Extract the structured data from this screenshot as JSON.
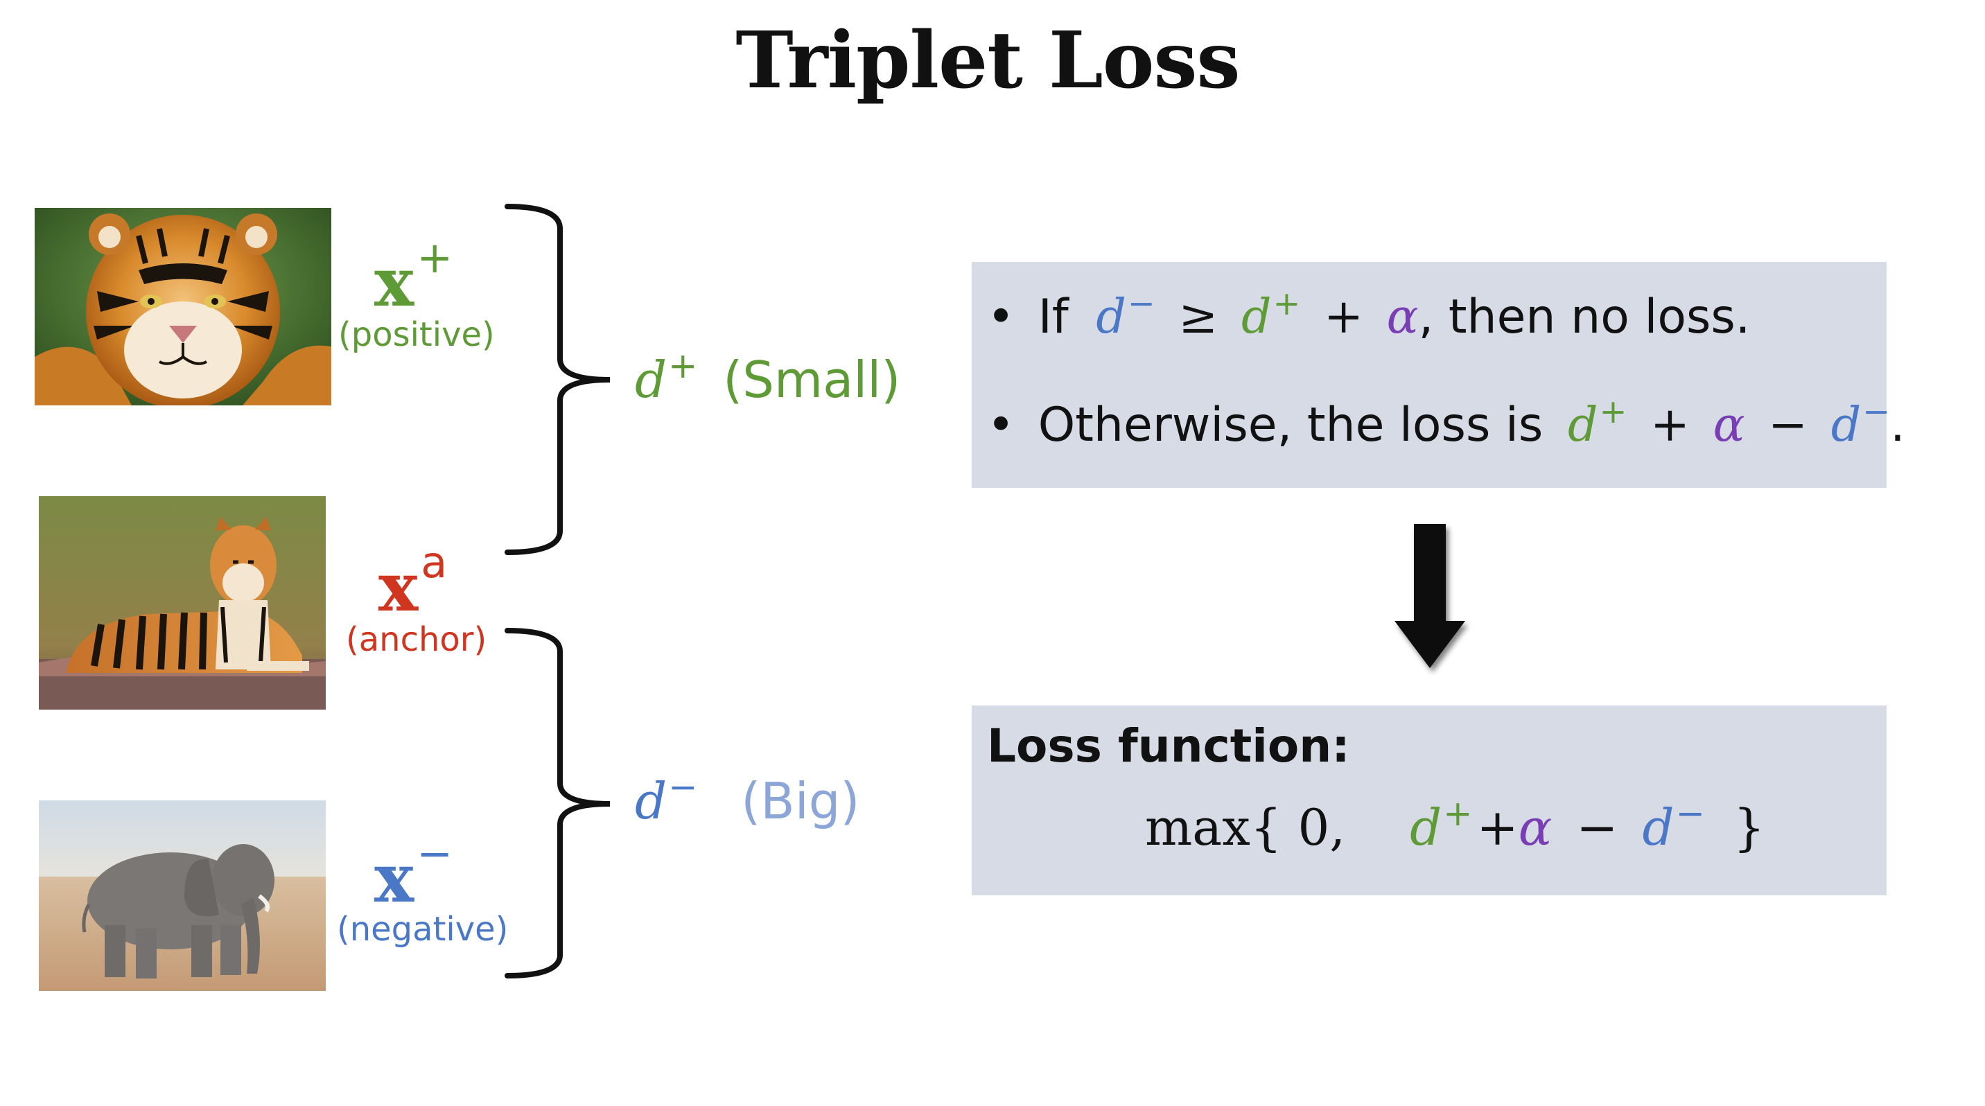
{
  "title": "Triplet Loss",
  "samples": {
    "positive": {
      "symbol": "x",
      "superscript": "+",
      "role": "(positive)",
      "color": "#5e9b36",
      "image": "tiger-face-photo"
    },
    "anchor": {
      "symbol": "x",
      "superscript": "a",
      "role": "(anchor)",
      "color": "#d0361f",
      "image": "lying-tiger-photo"
    },
    "negative": {
      "symbol": "x",
      "superscript": "−",
      "role": "(negative)",
      "color": "#4a78c6",
      "image": "elephant-photo"
    }
  },
  "distances": {
    "positive": {
      "symbol": "d",
      "superscript": "+",
      "label": "(Small)",
      "color": "#5e9b36"
    },
    "negative": {
      "symbol": "d",
      "superscript": "−",
      "label": "(Big)",
      "color": "#4a78c6",
      "label_color": "#8ca6d8"
    }
  },
  "conditions": {
    "line1": {
      "bullet": "•",
      "prefix": "If",
      "d_neg": "d",
      "d_neg_sup": "−",
      "geq": "≥",
      "d_pos": "d",
      "d_pos_sup": "+",
      "plus": "+",
      "alpha": "α",
      "suffix": ", then no loss."
    },
    "line2": {
      "bullet": "•",
      "prefix": "Otherwise, the loss is",
      "d_pos": "d",
      "d_pos_sup": "+",
      "plus": "+",
      "alpha": "α",
      "minus": "−",
      "d_neg": "d",
      "d_neg_sup": "−",
      "suffix": "."
    }
  },
  "loss_function": {
    "label": "Loss function:",
    "max_open": "max{ 0,",
    "d_pos": "d",
    "d_pos_sup": "+",
    "plus": "+",
    "alpha": "α",
    "minus": "−",
    "d_neg": "d",
    "d_neg_sup": "−",
    "close": "}"
  },
  "colors": {
    "positive": "#5e9b36",
    "anchor": "#d0361f",
    "negative": "#4a78c6",
    "alpha": "#7a3eb4",
    "box_background": "#d7dbe5"
  }
}
